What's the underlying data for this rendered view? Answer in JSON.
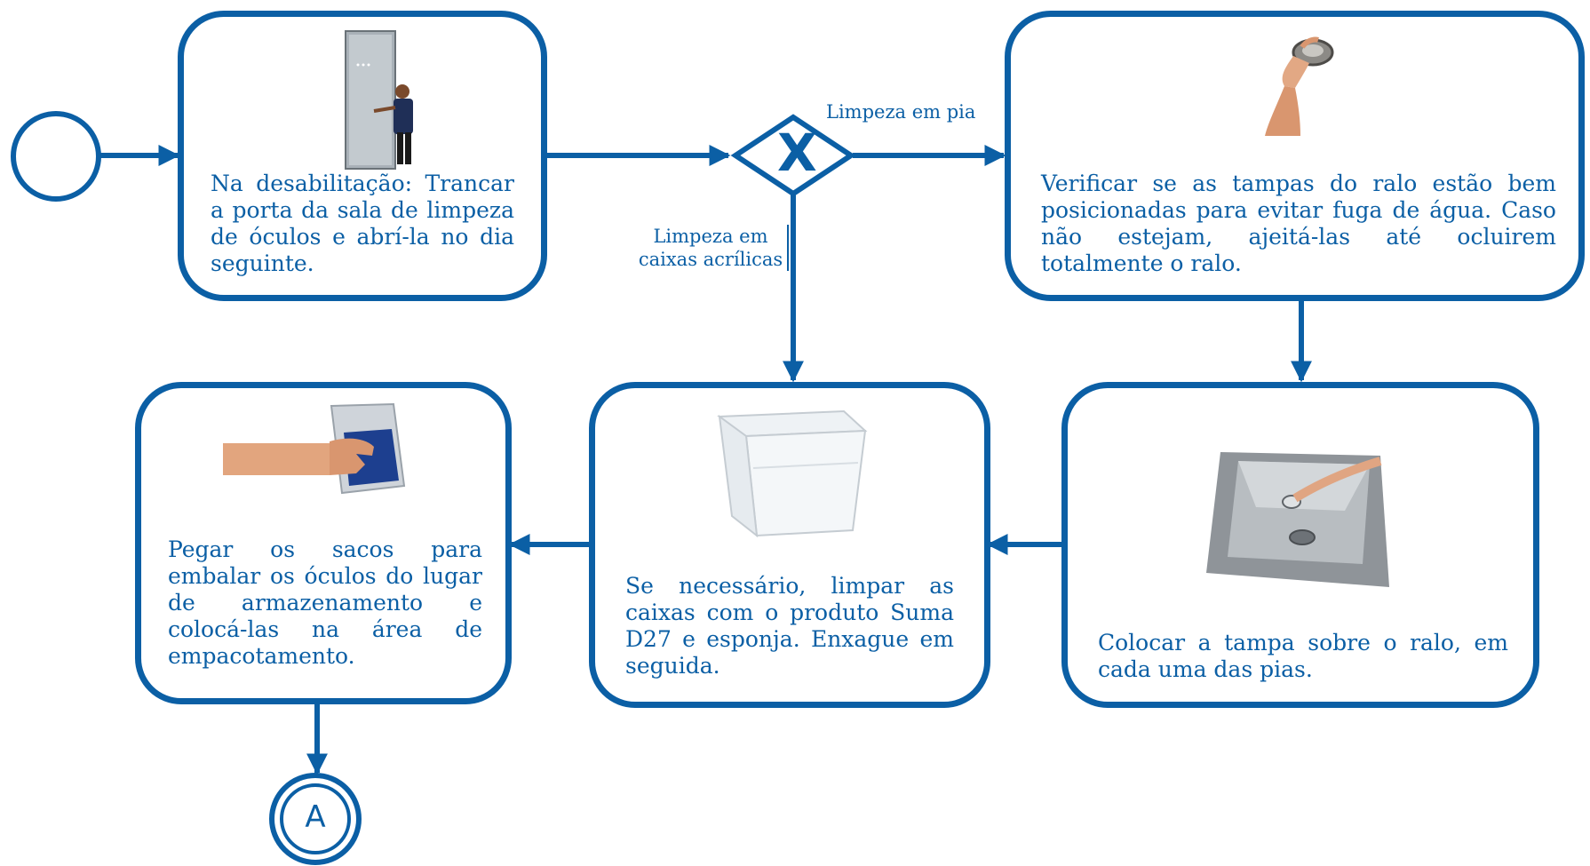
{
  "colors": {
    "accent": "#0b5fa5",
    "background": "#ffffff"
  },
  "start_event": {
    "icon": "start-circle"
  },
  "gateway": {
    "symbol": "X",
    "icon": "exclusive-gateway-diamond"
  },
  "tasks": {
    "lock_door": {
      "text": "Na desabilitação: Trancar a porta da sala de limpeza de óculos e abrí-la no dia seguinte.",
      "icon": "person-at-door-photo"
    },
    "check_drain": {
      "text": "Verificar se as tampas do ralo estão bem posicionadas para evitar fuga de água. Caso não estejam, ajeitá-las até ocluirem totalmente o ralo.",
      "icon": "hand-holding-drain-cap-photo"
    },
    "place_cap": {
      "text": "Colocar a tampa sobre o ralo, em cada uma das pias.",
      "icon": "steel-sink-photo"
    },
    "clean_boxes": {
      "text": "Se necessário, limpar as caixas com o produto Suma D27 e esponja. Enxague em seguida.",
      "icon": "acrylic-box-photo"
    },
    "get_bags": {
      "text": "Pegar os sacos para embalar os óculos do lugar de armazenamento e colocá-las na área de empacotamento.",
      "icon": "hand-with-bag-photo"
    }
  },
  "edge_labels": {
    "sink": "Limpeza em pia",
    "boxes_line1": "Limpeza em",
    "boxes_line2": "caixas acrílicas"
  },
  "connector": {
    "label": "A"
  }
}
